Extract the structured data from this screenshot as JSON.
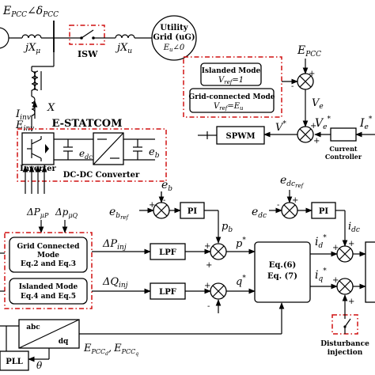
{
  "labels": {
    "e_pcc_delta": "E",
    "e_pcc_delta_sub": "PCC",
    "delta_sym": "∠δ",
    "delta_sub": "PCC",
    "jxmu": "jX",
    "jxmu_sub": "μ",
    "isw": "ISW",
    "jxu": "jX",
    "jxu_sub": "u",
    "utility_line1": "Utility",
    "utility_line2": "Grid (uG)",
    "utility_line3": "E",
    "utility_line3_sub": "u",
    "utility_line3_tail": "∠0",
    "x_label": "X",
    "iinv": "I",
    "iinv_sub": "inv",
    "einv": "E",
    "einv_sub": "inv",
    "estatcom": "E-STATCOM",
    "inverter": "Inverter",
    "edc": "e",
    "edc_sub": "dc",
    "eb": "e",
    "eb_sub": "b",
    "dcdc": "DC-DC Converter",
    "epcc_top": "E",
    "epcc_top_sub": "PCC",
    "islanded_box": "Islanded Mode",
    "vref1": "V",
    "vref1_sub": "ref",
    "vref1_tail": "=1",
    "grid_box": "Grid-connected Mode",
    "vref2": "V",
    "vref2_sub": "ref",
    "vref2_mid": "=E",
    "vref2_sub2": "u",
    "ve": "V",
    "ve_sub": "e",
    "vstar": "V",
    "vstar_sup": "*",
    "vestar": "V",
    "vestar_sub": "e",
    "vestar_sup": "*",
    "ie_star": "I",
    "ie_star_sub": "e",
    "ie_star_sup": "*",
    "spwm": "SPWM",
    "current_ctrl_1": "Current",
    "current_ctrl_2": "Controller",
    "eb_top": "e",
    "eb_top_sub": "b",
    "ebref": "e",
    "ebref_sub": "b",
    "ebref_sub2": "ref",
    "pi1": "PI",
    "pb": "p",
    "pb_sub": "b",
    "edcref_top": "e",
    "edcref_top_sub": "dc",
    "edcref_top_sub2": "ref",
    "edc_in": "e",
    "edc_in_sub": "dc",
    "pi2": "PI",
    "idc": "i",
    "idc_sub": "dc",
    "dpmup": "ΔP",
    "dpmup_sub": "μP",
    "dpmuq": "Δp",
    "dpmuq_sub": "μQ",
    "grid_mode_1": "Grid Connected",
    "grid_mode_2": "Mode",
    "grid_mode_3": "Eq.2 and Eq.3",
    "isl_mode_1": "Islanded Mode",
    "isl_mode_2": "Eq.4 and Eq.5",
    "dpinj": "ΔP",
    "dpinj_sub": "inj",
    "dqinj": "ΔQ",
    "dqinj_sub": "inj",
    "lpf1": "LPF",
    "lpf2": "LPF",
    "pstar": "p",
    "pstar_sup": "*",
    "qstar": "q",
    "qstar_sup": "*",
    "eq6": "Eq.(6)",
    "eq7": "Eq. (7)",
    "idstar": "i",
    "idstar_sub": "d",
    "idstar_sup": "*",
    "iqstar": "i",
    "iqstar_sub": "q",
    "iqstar_sup": "*",
    "abc": "abc",
    "dq": "dq",
    "epccd": "E",
    "epccd_sub": "PCC",
    "epccd_sub2": "d",
    "comma": ",",
    "epccq": "E",
    "epccq_sub": "PCC",
    "epccq_sub2": "q",
    "pll": "PLL",
    "theta": "θ",
    "dist_1": "Disturbance",
    "dist_2": "injection",
    "plus": "+",
    "minus": "-"
  }
}
